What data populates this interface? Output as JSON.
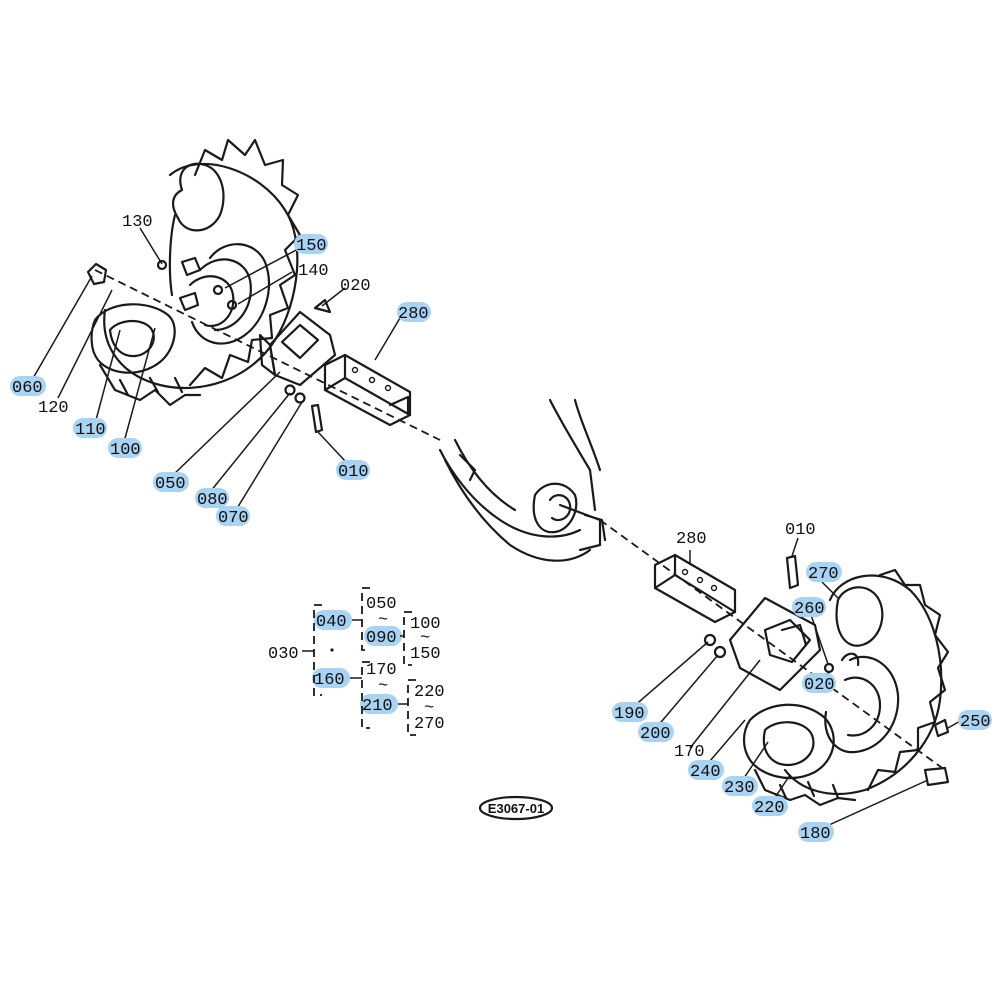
{
  "diagram": {
    "reference_code": "E3067-01",
    "highlight_color": "#a9d3f2",
    "ink_color": "#1a1a1a",
    "callouts": {
      "c130": "130",
      "c150": "150",
      "c140": "140",
      "c020a": "020",
      "c280a": "280",
      "c060": "060",
      "c120": "120",
      "c110": "110",
      "c100": "100",
      "c050": "050",
      "c080": "080",
      "c070": "070",
      "c010a": "010",
      "c280b": "280",
      "c010b": "010",
      "c270": "270",
      "c260": "260",
      "c020b": "020",
      "c250": "250",
      "c190": "190",
      "c200": "200",
      "c170": "170",
      "c240": "240",
      "c230": "230",
      "c220": "220",
      "c180": "180"
    },
    "bracket_legend": {
      "b030": "030",
      "b040": "040",
      "b160": "160",
      "b050": "050",
      "b090": "090",
      "b170": "170",
      "b210": "210",
      "b100": "100",
      "b150": "150",
      "b220": "220",
      "b270": "270",
      "tilde": "~"
    }
  }
}
